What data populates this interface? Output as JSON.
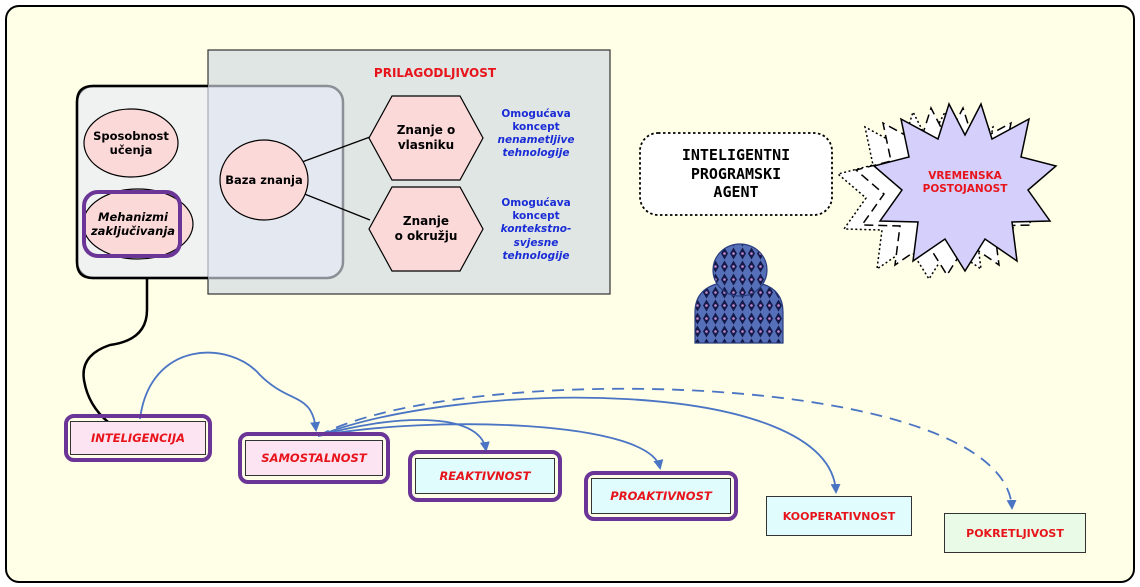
{
  "title": {
    "line1": "INTELIGENTNI",
    "line2": "PROGRAMSKI",
    "line3": "AGENT"
  },
  "adaptivity": {
    "heading": "PRILAGODLJIVOST",
    "knowledge_base": "Baza znanja",
    "owner_knowledge": {
      "line1": "Znanje o",
      "line2": "vlasniku"
    },
    "environment_knowledge": {
      "line1": "Znanje",
      "line2": "o okružju"
    },
    "note_owner": {
      "line1": "Omogućava",
      "line2": "koncept",
      "line3": "nenametljive",
      "line4": "tehnologije"
    },
    "note_environment": {
      "line1": "Omogućava",
      "line2": "koncept",
      "line3": "kontekstno-",
      "line4": "svjesne",
      "line5": "tehnologije"
    }
  },
  "intelligence_parts": {
    "learning": {
      "line1": "Sposobnost",
      "line2": "učenja"
    },
    "reasoning": {
      "line1": "Mehanizmi",
      "line2": "zaključivanja"
    }
  },
  "temporal": {
    "line1": "VREMENSKA",
    "line2": "POSTOJANOST"
  },
  "properties": {
    "intelligence": "INTELIGENCIJA",
    "autonomy": "SAMOSTALNOST",
    "reactivity": "REAKTIVNOST",
    "proactivity": "PROAKTIVNOST",
    "cooperativity": "KOOPERATIVNOST",
    "mobility": "POKRETLJIVOST"
  },
  "icons": {
    "agent": "person-icon",
    "temporal": "star-burst-icon"
  },
  "colors": {
    "background": "#fffee6",
    "accent_purple": "#6a3596",
    "arrow_blue": "#4a74c4",
    "label_red": "#e8141c",
    "note_blue": "#1a2cd6",
    "node_pink": "#fcd9d9",
    "panel_gray": "#dfe6e4",
    "panel_blue": "#e6ebf8",
    "star_purple": "#d4d0fb"
  }
}
